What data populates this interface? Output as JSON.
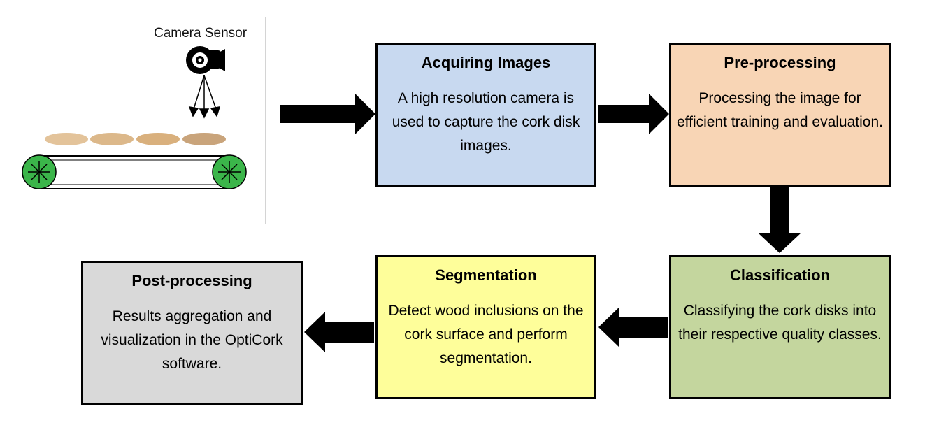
{
  "illustration": {
    "camera_label": "Camera Sensor",
    "colors": {
      "cork": "#d9b98a",
      "wheel": "#3bb54a",
      "belt": "#000000"
    }
  },
  "steps": {
    "acquiring": {
      "title": "Acquiring Images",
      "description": "A high resolution camera is used to capture the cork disk images.",
      "color": "#c8d9f0"
    },
    "preprocessing": {
      "title": "Pre-processing",
      "description": "Processing the image for efficient training and evaluation.",
      "color": "#f8d5b5"
    },
    "classification": {
      "title": "Classification",
      "description": "Classifying the cork disks into their respective quality classes.",
      "color": "#c4d69e"
    },
    "segmentation": {
      "title": "Segmentation",
      "description": "Detect wood inclusions on the cork surface and perform segmentation.",
      "color": "#fefe9a"
    },
    "postprocessing": {
      "title": "Post-processing",
      "description": "Results aggregation and visualization in the OptiCork software.",
      "color": "#d9d9d9"
    }
  }
}
